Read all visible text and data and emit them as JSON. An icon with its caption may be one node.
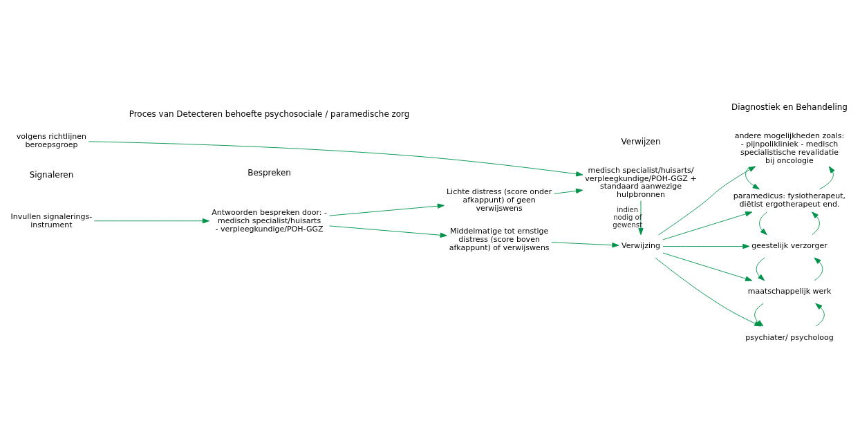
{
  "diagram": {
    "nodes": [
      {
        "text": [
          "Invullen signalerings- instrument"
        ]
      },
      {
        "text": [
          "Antwoorden bespreken door: - medisch specialist/huisarts - verpleegkundige/POH-GGZ"
        ]
      },
      {
        "text": [
          "Middelmatige tot ernstige distress (score boven afkappunt) of verwijswens"
        ]
      },
      {
        "text": [
          "Lichte distress (score onder afkappunt) of geen verwijswens"
        ]
      },
      {
        "text": [
          "Verwijzing"
        ]
      },
      {
        "text": [
          "medisch specialist/huisarts/ verpleegkundige/POH-GGZ + standaard aanwezige hulpbronnen"
        ]
      },
      {
        "text": [
          "psychiater/ psycholoog"
        ]
      },
      {
        "text": [
          "maatschappelijk werk"
        ]
      },
      {
        "text": [
          "geestelijk verzorger"
        ]
      },
      {
        "text": [
          "paramedicus: fysiotherapeut, diëtist ergotherapeut end."
        ]
      },
      {
        "text": [
          "andere mogelijkheden zoals: - pijnpolikliniek - medisch specialistische revalidatie bij oncologie"
        ]
      },
      {
        "text": [
          "volgens richtlijnen beroepsgroep"
        ]
      }
    ],
    "edges": [
      {
        "from": 0,
        "to": 1,
        "arrow": "to"
      },
      {
        "from": 1,
        "to": 2,
        "arrow": "to"
      },
      {
        "from": 1,
        "to": 3,
        "arrow": "to"
      },
      {
        "from": 2,
        "to": 4,
        "arrow": "to"
      },
      {
        "from": 3,
        "to": 5,
        "arrow": "to"
      },
      {
        "from": 5,
        "to": 4,
        "label": "indien nodig of gewenst",
        "arrow": "to"
      },
      {
        "from": 4,
        "to": 6,
        "arrow": "to"
      },
      {
        "from": 4,
        "to": 7,
        "arrow": "to"
      },
      {
        "from": 4,
        "to": 8,
        "arrow": "to"
      },
      {
        "from": 4,
        "to": 9,
        "arrow": "to"
      },
      {
        "from": 4,
        "to": 10,
        "arrow": "to"
      },
      {
        "from": 6,
        "to": 7,
        "arrow": "to"
      },
      {
        "from": 7,
        "to": 6,
        "arrow": "to"
      },
      {
        "from": 7,
        "to": 8,
        "arrow": "to"
      },
      {
        "from": 8,
        "to": 7,
        "arrow": "to"
      },
      {
        "from": 8,
        "to": 9,
        "arrow": "to"
      },
      {
        "from": 9,
        "to": 8,
        "arrow": "to"
      },
      {
        "from": 9,
        "to": 10,
        "arrow": "to"
      },
      {
        "from": 10,
        "to": 9,
        "arrow": "to"
      },
      {
        "from": 11,
        "to": 5,
        "arrow": "to"
      }
    ],
    "labels": [
      "Proces van Detecteren behoefte psychosociale / paramedische zorg",
      "Signaleren",
      "Bespreken",
      "Verwijzen",
      "Diagnostiek en Behandeling"
    ]
  }
}
